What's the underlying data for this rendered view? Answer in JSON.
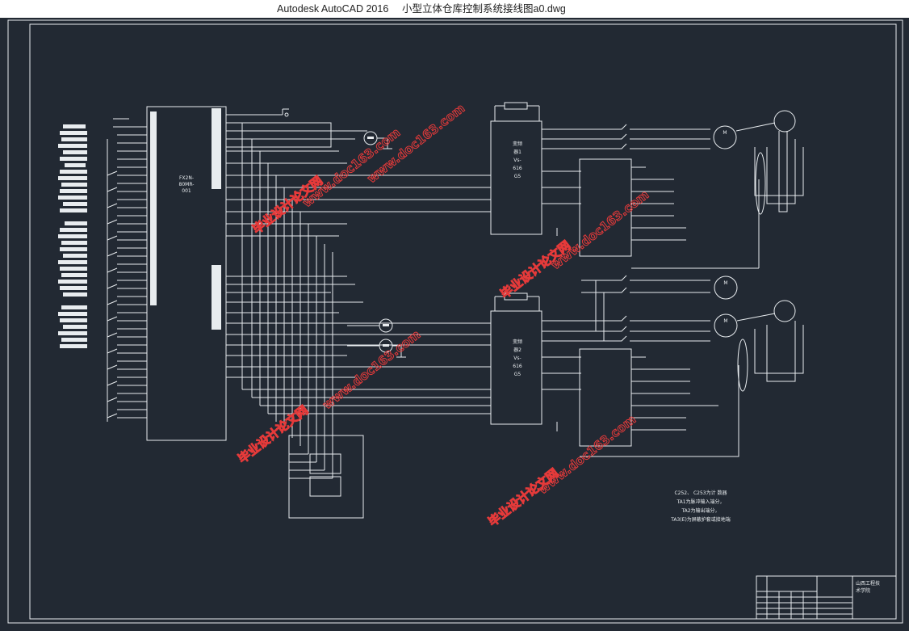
{
  "app_title": "Autodesk AutoCAD 2016",
  "file_name": "小型立体仓库控制系统接线图a0.dwg",
  "plc": {
    "model_line1": "FX2N-",
    "model_line2": "80MR-",
    "model_line3": "001"
  },
  "inverter1": {
    "line1": "变频",
    "line2": "器1",
    "line3": "Vs-",
    "line4": "616",
    "line5": "G5"
  },
  "inverter2": {
    "line1": "变频",
    "line2": "器2",
    "line3": "Vs-",
    "line4": "616",
    "line5": "G5"
  },
  "motor_label": "M",
  "notes": {
    "line1": "C252、 C253为计 数器",
    "line2": "TA1为脉冲输入端分，",
    "line3": "TA2为输出端分，",
    "line4": "TA3(E)为屏蔽护套或接地端"
  },
  "title_block": {
    "company_line1": "山西工程技",
    "company_line2": "术学院"
  },
  "watermarks": {
    "cn": "毕业设计论文网",
    "url": "www.doc163.com"
  },
  "colors": {
    "background": "#222933",
    "lines": "#e8ecef",
    "watermark": "#e53a3a"
  }
}
